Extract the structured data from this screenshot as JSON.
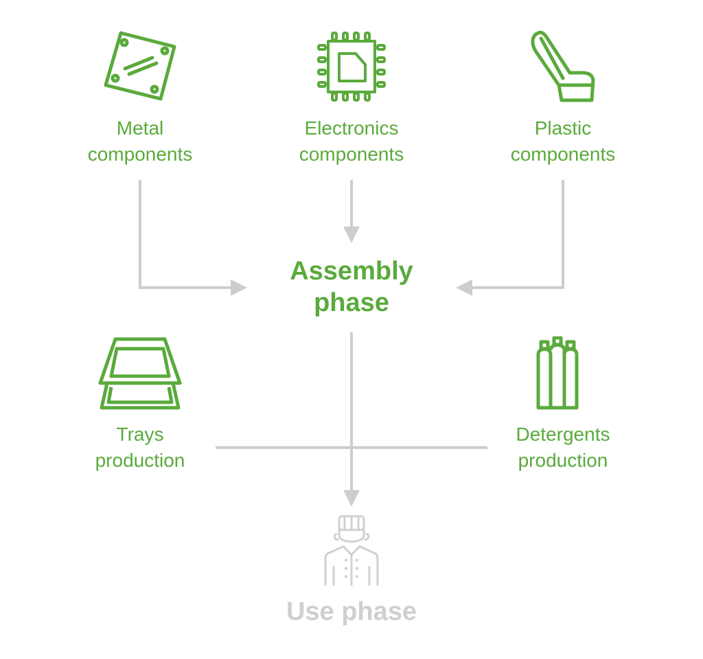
{
  "colors": {
    "accent": "#5aaa3c",
    "connector": "#cdcdcd",
    "muted": "#cfcfcf"
  },
  "nodes": {
    "metal": {
      "line1": "Metal",
      "line2": "components",
      "icon": "metal-plate-icon"
    },
    "electronics": {
      "line1": "Electronics",
      "line2": "components",
      "icon": "microchip-icon"
    },
    "plastic": {
      "line1": "Plastic",
      "line2": "components",
      "icon": "plastic-seat-icon"
    },
    "assembly": {
      "line1": "Assembly",
      "line2": "phase"
    },
    "trays": {
      "line1": "Trays",
      "line2": "production",
      "icon": "stacked-trays-icon"
    },
    "detergents": {
      "line1": "Detergents",
      "line2": "production",
      "icon": "detergent-bottles-icon"
    },
    "use": {
      "label": "Use phase",
      "icon": "chef-icon"
    }
  }
}
